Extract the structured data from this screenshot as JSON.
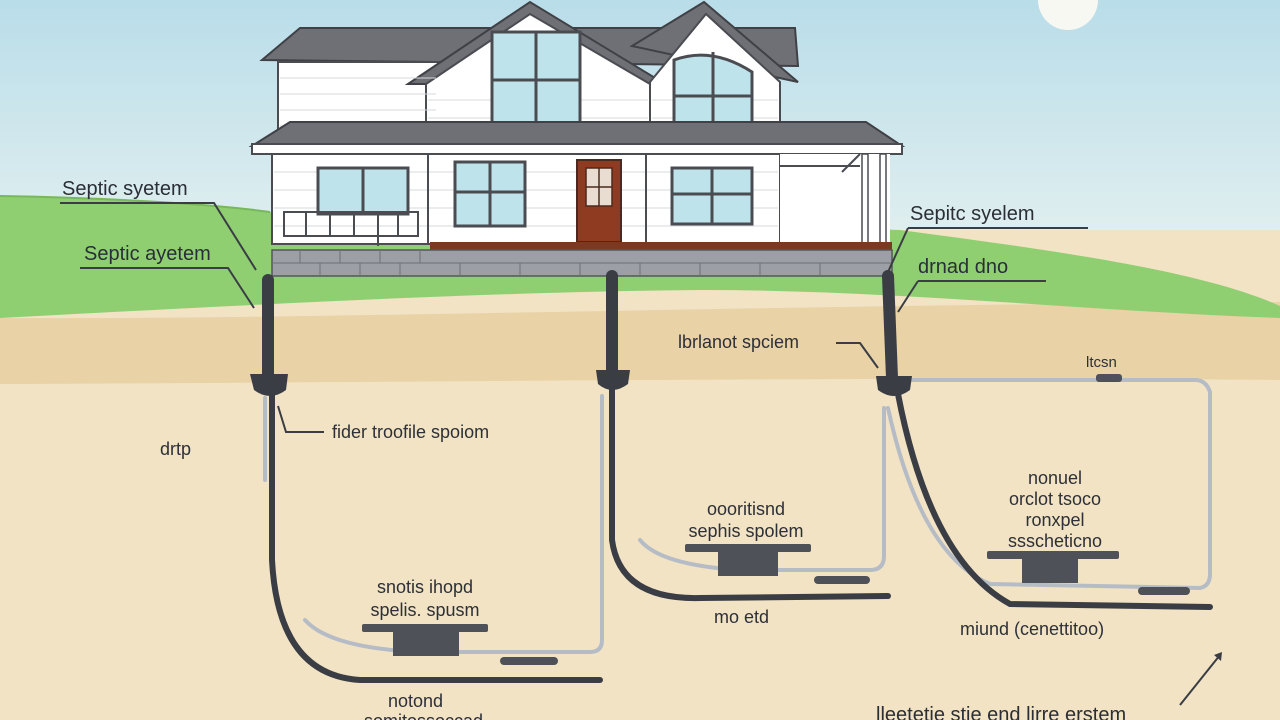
{
  "labels": {
    "septic_system_top_left": "Septic syetem",
    "septic_system_mid_left": "Septic ayetem",
    "septic_system_right": "Sepitc syelem",
    "drnad_dno": "drnad dno",
    "lbrlanot_spciem": "lbrlanot spciem",
    "ltcsn": "ltcsn",
    "drtp": "drtp",
    "fider_troofile_spoiom": "fider troofile spoiom",
    "tank_center": [
      "oooritisnd",
      "sephis spolem"
    ],
    "tank_right": [
      "nonuel",
      "orclot tsoco",
      "ronxpel",
      "ssscheticno"
    ],
    "tank_left": [
      "snotis ihopd",
      "spelis. spusm"
    ],
    "mo_etd": "mo etd",
    "miund": "miund (cenettitoo)",
    "notond": "notond",
    "bottom_caption": "lleetetie stie end lirre erstem",
    "bottom_partial": "somitossoccad"
  },
  "colors": {
    "sky": "#cfe7ef",
    "grass": "#8fcf72",
    "soil": "#f1e3c3",
    "pipe": "#3a3d44",
    "pipe_outline": "#b5bcc6",
    "house_wall": "#ffffff",
    "roof": "#6e7075",
    "door": "#8e3b22",
    "deck": "#7a3a1e",
    "window": "#bfe3ea"
  }
}
